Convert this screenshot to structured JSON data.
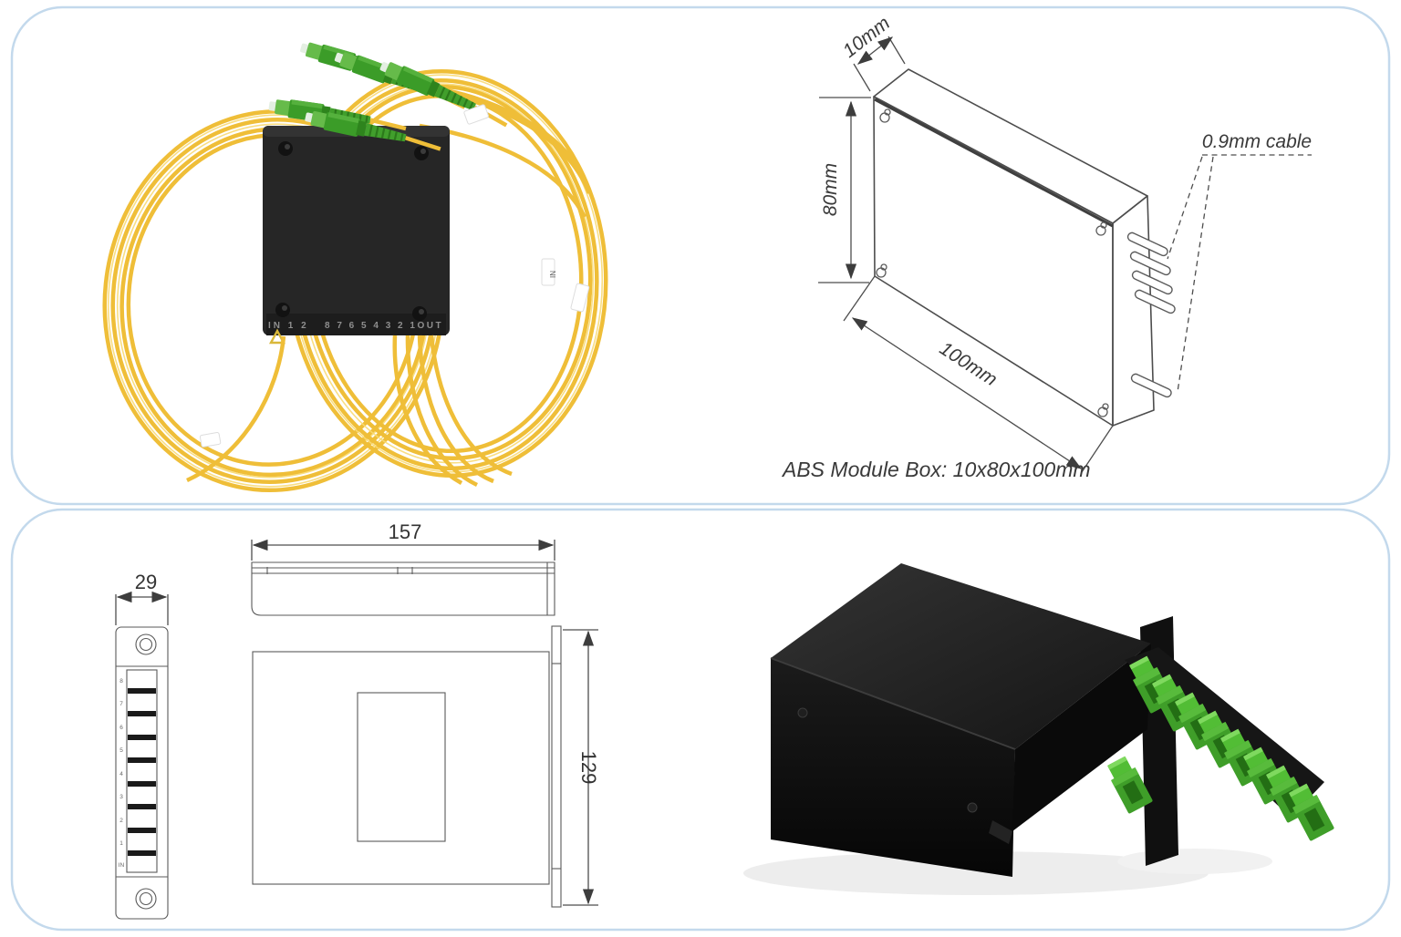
{
  "page": {
    "background": "#ffffff",
    "panel_border_color": "#c3d9ec",
    "layout": "four-quadrant product sheet: photo + dimension drawing of ABS splitter module (top), dimension drawing + photo of LGX cassette splitter (bottom)"
  },
  "abs_photo": {
    "name": "PLC splitter ABS module box with yellow fiber pigtails and SC/APC connectors",
    "box_marking_left": "IN 1 2",
    "box_marking_right": "8 7 6 5 4 3 2 1OUT",
    "cable_tag": "IN",
    "colors": {
      "fiber_yellow": "#efbe38",
      "connector_green": "#3b9c28",
      "box_black": "#262626"
    }
  },
  "abs_diagram": {
    "dim_depth": "10mm",
    "dim_height": "80mm",
    "dim_width": "100mm",
    "cable_label": "0.9mm cable",
    "caption": "ABS Module Box: 10x80x100mm"
  },
  "lgx_diagram": {
    "dim_front_width": "157",
    "dim_side_width": "29",
    "dim_height": "129",
    "port_labels": [
      "8",
      "7",
      "6",
      "5",
      "4",
      "3",
      "2",
      "1",
      "IN"
    ]
  },
  "lgx_photo": {
    "name": "LGX cassette PLC splitter box with green SC/APC adapters",
    "colors": {
      "adapter_green": "#46aa2d",
      "box_black": "#141414"
    }
  }
}
